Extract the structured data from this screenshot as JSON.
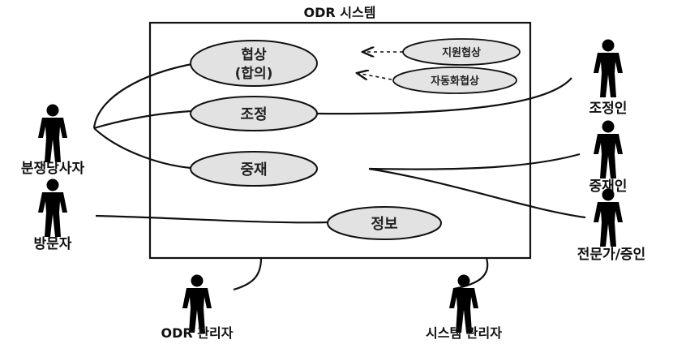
{
  "system": {
    "title": "ODR 시스템"
  },
  "use_cases": {
    "negotiation_line1": "협상",
    "negotiation_line2": "(합의)",
    "assisted_negotiation": "지원협상",
    "automated_negotiation": "자동화협상",
    "mediation": "조정",
    "arbitration": "중재",
    "information": "정보"
  },
  "actors": {
    "disputant": "분쟁당사자",
    "visitor": "방문자",
    "mediator": "조정인",
    "arbitrator": "중재인",
    "expert_witness": "전문가/증인",
    "odr_admin": "ODR 관리자",
    "system_admin": "시스템 관리자"
  },
  "colors": {
    "ink": "#111111",
    "ellipse_fill": "#e2e2e2",
    "background": "#ffffff"
  }
}
